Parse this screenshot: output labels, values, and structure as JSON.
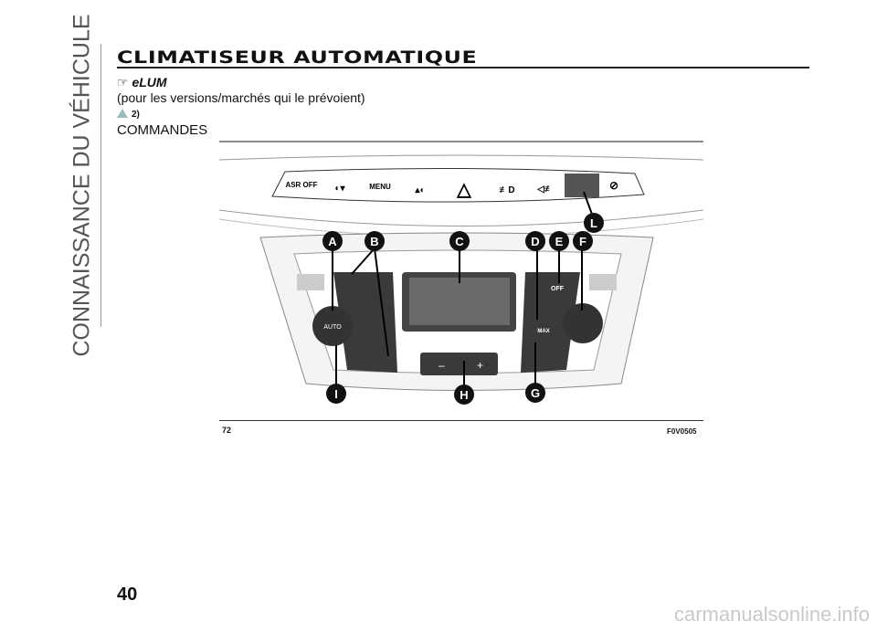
{
  "sidebar": {
    "section": "CONNAISSANCE DU VÉHICULE"
  },
  "title": "CLIMATISEUR AUTOMATIQUE",
  "elum_symbol": "eLUM",
  "note": "(pour les versions/marchés qui le prévoient)",
  "warning_ref": "2)",
  "heading": "COMMANDES",
  "figure": {
    "number": "72",
    "code": "F0V0505",
    "top_buttons": [
      "ASR OFF",
      "MENU"
    ],
    "panel_labels": {
      "auto": "AUTO",
      "off": "OFF",
      "max": "MAX",
      "minus": "–",
      "plus": "+"
    },
    "callouts": [
      "A",
      "B",
      "C",
      "D",
      "E",
      "F",
      "G",
      "H",
      "I",
      "L"
    ]
  },
  "page_number": "40",
  "watermark": "carmanualsonline.info"
}
